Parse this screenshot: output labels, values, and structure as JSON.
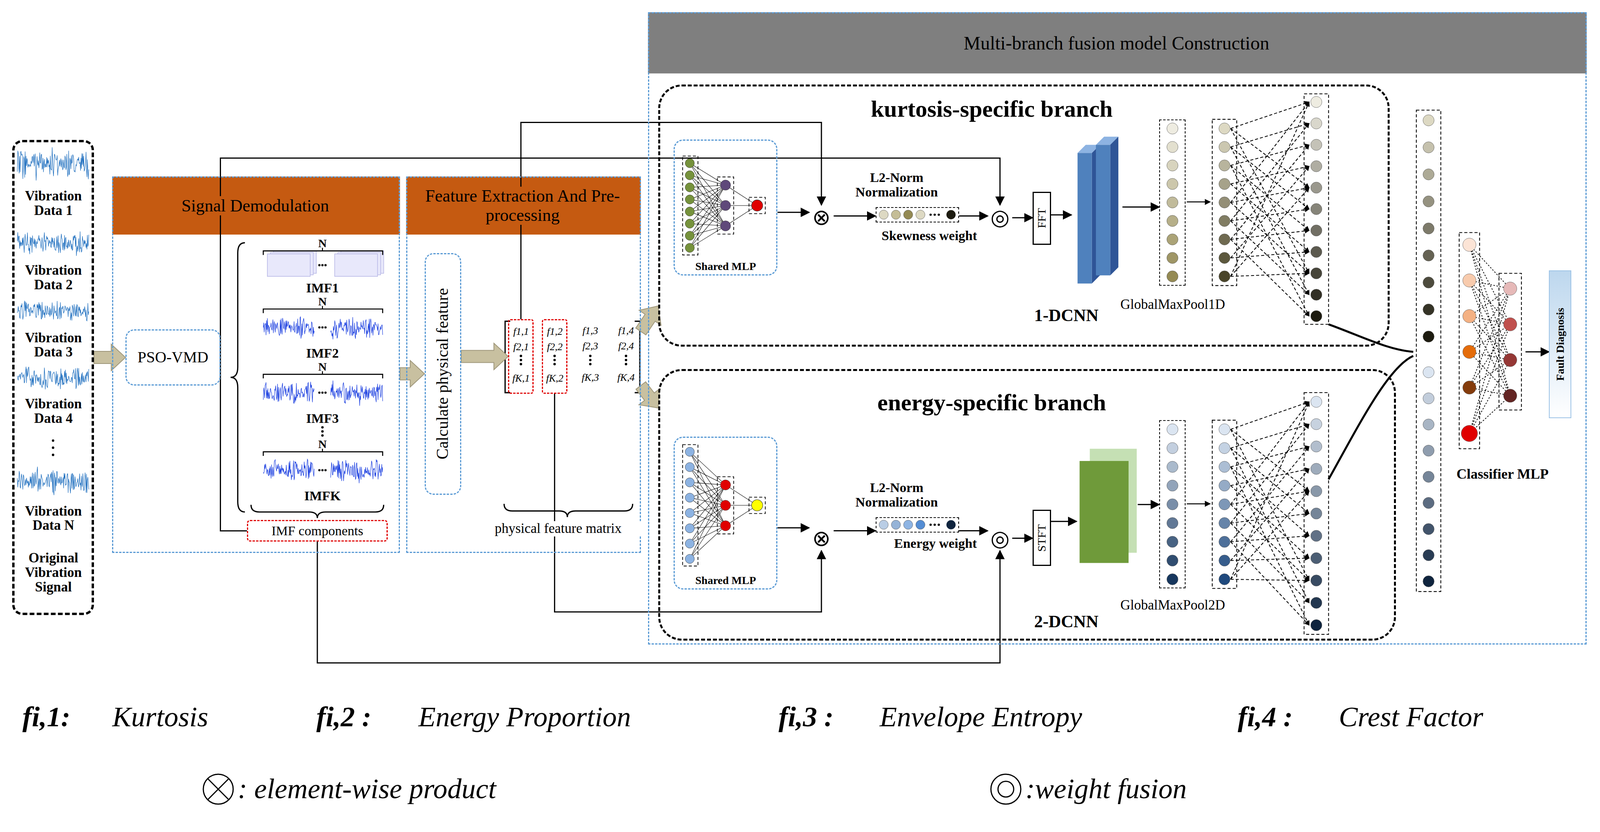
{
  "diagram": {
    "nodes": [
      {
        "text": [
          "Vibration Data 1",
          "Vibration Data 2",
          "Vibration Data 3",
          "Vibration Data 4",
          "Vibration Data N",
          "Original Vibration Signal"
        ]
      },
      {
        "text": [
          "Signal Demodulation"
        ]
      },
      {
        "text": [
          "PSO-VMD"
        ],
        "in": 1
      },
      {
        "text": [
          "IMF components"
        ],
        "in": 1
      },
      {
        "text": [
          "Feature Extraction And Pre-processing"
        ]
      },
      {
        "text": [
          "Calculate physical feature"
        ],
        "in": 4
      },
      {
        "text": [
          "f1,1",
          "f2,1",
          "fK,1"
        ],
        "in": 4
      },
      {
        "text": [
          "f1,2",
          "f2,2",
          "fK,2"
        ],
        "in": 4
      },
      {
        "text": [
          "Multi-branch fusion model Construction"
        ]
      },
      {
        "text": [
          "kurtosis-specific branch"
        ],
        "in": 8
      },
      {
        "text": [
          "Shared MLP"
        ],
        "in": 9
      },
      {
        "text": [
          "⊗"
        ],
        "in": 9
      },
      {
        "text": [
          "L2-Norm Normalization",
          "Skewness weight"
        ],
        "in": 9
      },
      {
        "text": [
          "◎"
        ],
        "in": 9
      },
      {
        "text": [
          "FFT"
        ],
        "in": 9
      },
      {
        "text": [
          "1-DCNN"
        ],
        "in": 9
      },
      {
        "text": [
          "GlobalMaxPool1D"
        ],
        "in": 9
      },
      {
        "text": [
          "energy-specific branch"
        ],
        "in": 8
      },
      {
        "text": [
          "Shared MLP"
        ],
        "in": 17
      },
      {
        "text": [
          "⊗"
        ],
        "in": 17
      },
      {
        "text": [
          "L2-Norm Normalization",
          "Energy weight"
        ],
        "in": 17
      },
      {
        "text": [
          "◎"
        ],
        "in": 17
      },
      {
        "text": [
          "STFT"
        ],
        "in": 17
      },
      {
        "text": [
          "2-DCNN"
        ],
        "in": 17
      },
      {
        "text": [
          "GlobalMaxPool2D"
        ],
        "in": 17
      },
      {
        "text": [
          "Classifier MLP"
        ],
        "in": 8
      },
      {
        "text": [
          "Fault Diagnosis"
        ],
        "in": 8
      }
    ],
    "edges": [
      {
        "from": 0,
        "to": 2,
        "arrow": "to"
      },
      {
        "from": 1,
        "to": 5,
        "arrow": "to"
      },
      {
        "from": 5,
        "to": 6,
        "arrow": "to"
      },
      {
        "from": 4,
        "to": 9,
        "arrow": "to"
      },
      {
        "from": 4,
        "to": 17,
        "arrow": "to"
      },
      {
        "from": 6,
        "to": 11,
        "arrow": "to"
      },
      {
        "from": 3,
        "to": 13,
        "arrow": "to"
      },
      {
        "from": 7,
        "to": 19,
        "arrow": "to"
      },
      {
        "from": 3,
        "to": 21,
        "arrow": "to"
      },
      {
        "from": 10,
        "to": 11,
        "arrow": "to"
      },
      {
        "from": 11,
        "to": 12,
        "arrow": "to"
      },
      {
        "from": 12,
        "to": 13,
        "arrow": "to"
      },
      {
        "from": 13,
        "to": 14,
        "arrow": "to"
      },
      {
        "from": 14,
        "to": 15,
        "arrow": "to"
      },
      {
        "from": 15,
        "to": 16,
        "arrow": "to"
      },
      {
        "from": 18,
        "to": 19,
        "arrow": "to"
      },
      {
        "from": 19,
        "to": 20,
        "arrow": "to"
      },
      {
        "from": 20,
        "to": 21,
        "arrow": "to"
      },
      {
        "from": 21,
        "to": 22,
        "arrow": "to"
      },
      {
        "from": 22,
        "to": 23,
        "arrow": "to"
      },
      {
        "from": 23,
        "to": 24,
        "arrow": "to"
      },
      {
        "from": 25,
        "to": 26,
        "arrow": "to"
      }
    ],
    "labels": [
      "N",
      "IMF1",
      "N",
      "IMF2",
      "N",
      "IMF3",
      "N",
      "IMFK",
      "f1,3",
      "f2,3",
      "fK,3",
      "f1,4",
      "f2,4",
      "fK,4",
      "physical feature matrix",
      "fi,1:",
      "Kurtosis",
      "fi,2 :",
      "Energy Proportion",
      "fi,3 :",
      "Envelope Entropy",
      "fi,4 :",
      "Crest Factor"
    ],
    "legend": [
      {
        "text": ": element-wise product"
      },
      {
        "text": ":weight fusion"
      }
    ]
  }
}
